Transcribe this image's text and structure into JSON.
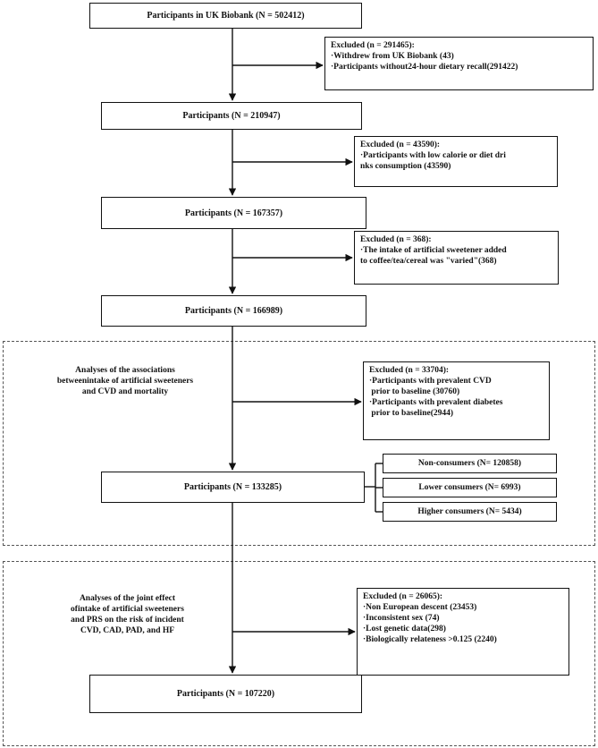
{
  "main_boxes": [
    "Participants in UK Biobank (N = 502412)",
    "Participants (N = 210947)",
    "Participants (N = 167357)",
    "Participants (N = 166989)",
    "Participants (N = 133285)",
    "Participants (N = 107220)"
  ],
  "exclusions": [
    {
      "title": "Excluded (n = 291465):",
      "lines": [
        "·Withdrew from UK Biobank (43)",
        "·Participants without24-hour dietary recall(291422)"
      ]
    },
    {
      "title": "Excluded (n = 43590):",
      "lines": [
        "·Participants with low calorie or diet dri",
        "nks consumption (43590)"
      ]
    },
    {
      "title": "Excluded (n = 368):",
      "lines": [
        "·The intake of artificial sweetener added",
        "to coffee/tea/cereal was \"varied\"(368)"
      ]
    },
    {
      "title": "Excluded (n = 33704):",
      "lines": [
        "·Participants with prevalent CVD",
        " prior to baseline (30760)",
        "·Participants with prevalent diabetes",
        " prior to baseline(2944)"
      ]
    },
    {
      "title": "Excluded (n = 26065):",
      "lines": [
        "·Non European descent (23453)",
        "·Inconsistent sex (74)",
        "·Lost genetic data(298)",
        "·Biologically relateness >0.125 (2240)"
      ]
    }
  ],
  "consumer_groups": [
    "Non-consumers (N= 120858)",
    "Lower consumers (N= 6993)",
    "Higher consumers (N= 5434)"
  ],
  "section_notes": [
    [
      "Analyses of the associations",
      "betweenintake of artificial sweeteners",
      "and CVD and mortality"
    ],
    [
      "Analyses of the joint effect",
      "ofintake of artificial sweeteners",
      "and PRS on the risk of incident",
      "CVD, CAD, PAD, and HF"
    ]
  ]
}
